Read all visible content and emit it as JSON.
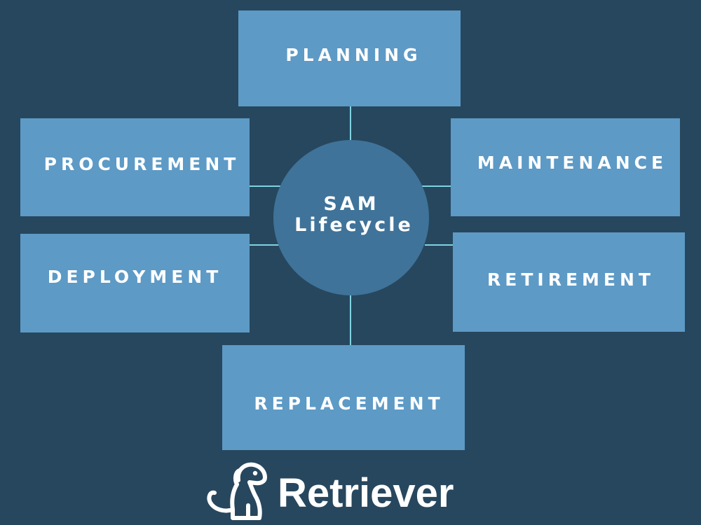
{
  "diagram": {
    "center": {
      "line1": "SAM",
      "line2": "Lifecycle"
    },
    "stages": {
      "planning": "PLANNING",
      "procurement": "PROCUREMENT",
      "maintenance": "MAINTENANCE",
      "deployment": "DEPLOYMENT",
      "retirement": "RETIREMENT",
      "replacement": "REPLACEMENT"
    }
  },
  "brand": {
    "name": "Retriever",
    "icon": "dog-icon"
  },
  "colors": {
    "background": "#27475e",
    "box": "#5d9ac6",
    "hub": "#3f7399",
    "connector": "#7fd3e0",
    "text": "#ffffff"
  }
}
